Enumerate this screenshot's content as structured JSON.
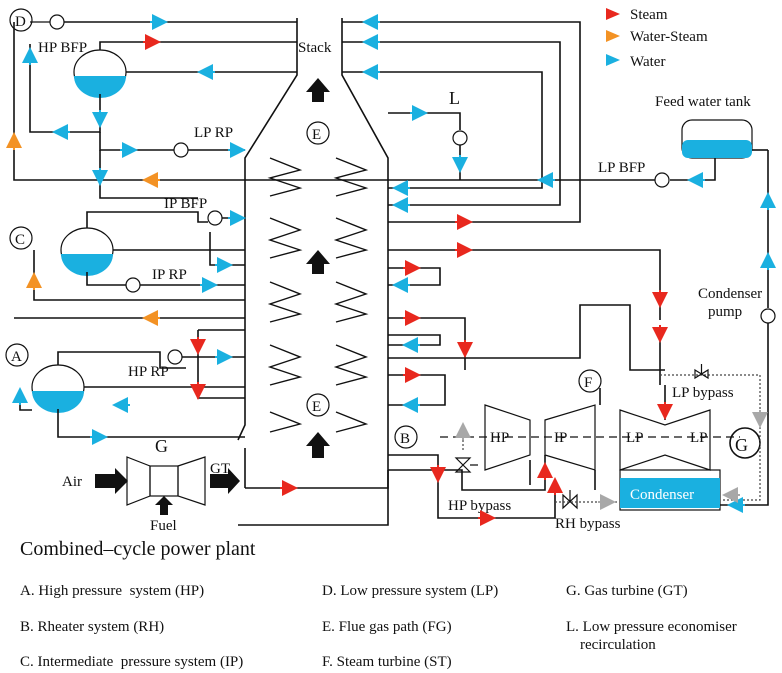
{
  "legend": [
    {
      "label": "Steam",
      "color": "#e8281e"
    },
    {
      "label": "Water-Steam",
      "color": "#f39224"
    },
    {
      "label": "Water",
      "color": "#1ab0e0"
    }
  ],
  "diagram_labels": {
    "D": "D",
    "C": "C",
    "A": "A",
    "E_top": "E",
    "E_bottom": "E",
    "B": "B",
    "F": "F",
    "G_gas": "G",
    "G_big": "G",
    "L": "L",
    "stack": "Stack",
    "hp_bfp": "HP BFP",
    "lp_rp": "LP RP",
    "ip_bfp": "IP BFP",
    "ip_rp": "IP RP",
    "hp_rp": "HP RP",
    "lp_bfp": "LP BFP",
    "feed_water_tank": "Feed water tank",
    "condenser_pump_1": "Condenser",
    "condenser_pump_2": "pump",
    "lp_bypass": "LP bypass",
    "hp_bypass": "HP bypass",
    "rh_bypass": "RH bypass",
    "air": "Air",
    "fuel": "Fuel",
    "gt": "GT",
    "hp": "HP",
    "ip": "IP",
    "lp_left": "LP",
    "lp_right": "LP",
    "condenser": "Condenser"
  },
  "colors": {
    "steam": "#e8281e",
    "water_steam": "#f39224",
    "water": "#1ab0e0",
    "condenser_fill": "#1ab0e0",
    "bypass_arrow": "#a8a8a8"
  },
  "caption": "Combined–cycle power plant",
  "key": {
    "a": "A. High pressure  system (HP)",
    "b": "B. Rheater system (RH)",
    "c": "C. Intermediate  pressure system (IP)",
    "d": "D. Low pressure system (LP)",
    "e": "E. Flue gas path (FG)",
    "f": "F. Steam turbine (ST)",
    "g": "G. Gas turbine (GT)",
    "l1": "L. Low pressure economiser",
    "l2": "recirculation"
  }
}
